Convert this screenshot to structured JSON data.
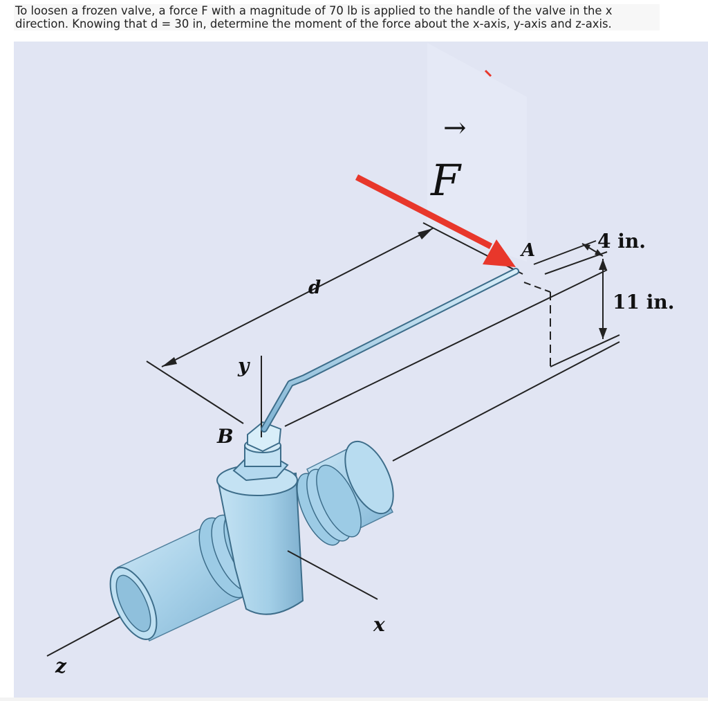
{
  "problem": {
    "line1": "To loosen a frozen valve, a force F with a magnitude of 70 lb is applied to the handle of the valve in the x",
    "line2": "direction.  Knowing that d = 30 in, determine the moment of the force about the x-axis, y-axis and z-axis."
  },
  "figure": {
    "background_color": "#e1e5f3",
    "force_color": "#e8372b",
    "pipe_color": "#a8d2ea",
    "labels": {
      "force": "F",
      "force_arrow": "→",
      "point_a": "A",
      "point_b": "B",
      "dim_d": "d",
      "dim_4": "4 in.",
      "dim_11": "11 in.",
      "axis_x": "x",
      "axis_y": "y",
      "axis_z": "z"
    }
  }
}
